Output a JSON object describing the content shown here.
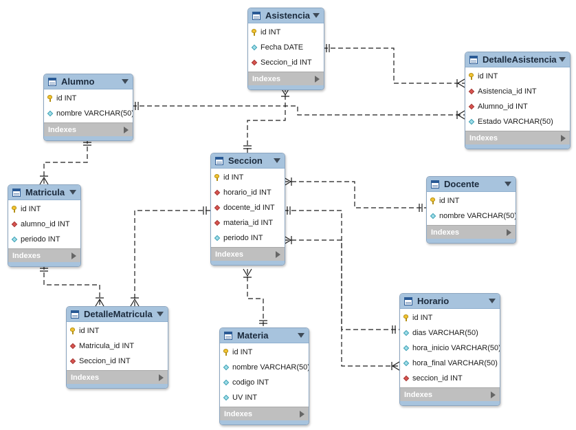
{
  "tables": {
    "asistencia": {
      "title": "Asistencia",
      "indexes_label": "Indexes",
      "columns": [
        {
          "name": "id INT",
          "icon": "primary-key-icon"
        },
        {
          "name": "Fecha DATE",
          "icon": "column-icon"
        },
        {
          "name": "Seccion_id INT",
          "icon": "foreign-key-icon"
        }
      ]
    },
    "detalle_asistencia": {
      "title": "DetalleAsistencia",
      "indexes_label": "Indexes",
      "columns": [
        {
          "name": "id INT",
          "icon": "primary-key-icon"
        },
        {
          "name": "Asistencia_id INT",
          "icon": "foreign-key-icon"
        },
        {
          "name": "Alumno_id INT",
          "icon": "foreign-key-icon"
        },
        {
          "name": "Estado VARCHAR(50)",
          "icon": "column-icon"
        }
      ]
    },
    "alumno": {
      "title": "Alumno",
      "indexes_label": "Indexes",
      "columns": [
        {
          "name": "id INT",
          "icon": "primary-key-icon"
        },
        {
          "name": "nombre VARCHAR(50)",
          "icon": "column-icon"
        }
      ]
    },
    "seccion": {
      "title": "Seccion",
      "indexes_label": "Indexes",
      "columns": [
        {
          "name": "id INT",
          "icon": "primary-key-icon"
        },
        {
          "name": "horario_id INT",
          "icon": "foreign-key-icon"
        },
        {
          "name": "docente_id INT",
          "icon": "foreign-key-icon"
        },
        {
          "name": "materia_id INT",
          "icon": "foreign-key-icon"
        },
        {
          "name": "periodo INT",
          "icon": "column-icon"
        }
      ]
    },
    "docente": {
      "title": "Docente",
      "indexes_label": "Indexes",
      "columns": [
        {
          "name": "id INT",
          "icon": "primary-key-icon"
        },
        {
          "name": "nombre VARCHAR(50)",
          "icon": "column-icon"
        }
      ]
    },
    "matricula": {
      "title": "Matricula",
      "indexes_label": "Indexes",
      "columns": [
        {
          "name": "id INT",
          "icon": "primary-key-icon"
        },
        {
          "name": "alumno_id INT",
          "icon": "foreign-key-icon"
        },
        {
          "name": "periodo INT",
          "icon": "column-icon"
        }
      ]
    },
    "detalle_matricula": {
      "title": "DetalleMatricula",
      "indexes_label": "Indexes",
      "columns": [
        {
          "name": "id INT",
          "icon": "primary-key-icon"
        },
        {
          "name": "Matricula_id INT",
          "icon": "foreign-key-icon"
        },
        {
          "name": "Seccion_id INT",
          "icon": "foreign-key-icon"
        }
      ]
    },
    "materia": {
      "title": "Materia",
      "indexes_label": "Indexes",
      "columns": [
        {
          "name": "id INT",
          "icon": "primary-key-icon"
        },
        {
          "name": "nombre VARCHAR(50)",
          "icon": "column-icon"
        },
        {
          "name": "codigo INT",
          "icon": "column-icon"
        },
        {
          "name": "UV INT",
          "icon": "column-icon"
        }
      ]
    },
    "horario": {
      "title": "Horario",
      "indexes_label": "Indexes",
      "columns": [
        {
          "name": "id INT",
          "icon": "primary-key-icon"
        },
        {
          "name": "dias VARCHAR(50)",
          "icon": "column-icon"
        },
        {
          "name": "hora_inicio VARCHAR(50)",
          "icon": "column-icon"
        },
        {
          "name": "hora_final VARCHAR(50)",
          "icon": "column-icon"
        },
        {
          "name": "seccion_id INT",
          "icon": "foreign-key-icon"
        }
      ]
    }
  },
  "relationships": [
    {
      "from": "alumno",
      "to": "detalle_asistencia",
      "type": "one-to-many"
    },
    {
      "from": "asistencia",
      "to": "detalle_asistencia",
      "type": "one-to-many"
    },
    {
      "from": "seccion",
      "to": "asistencia",
      "type": "one-to-many"
    },
    {
      "from": "alumno",
      "to": "matricula",
      "type": "one-to-many"
    },
    {
      "from": "matricula",
      "to": "detalle_matricula",
      "type": "one-to-many"
    },
    {
      "from": "seccion",
      "to": "detalle_matricula",
      "type": "one-to-many"
    },
    {
      "from": "docente",
      "to": "seccion",
      "type": "one-to-many"
    },
    {
      "from": "materia",
      "to": "seccion",
      "type": "one-to-many"
    },
    {
      "from": "horario",
      "to": "seccion",
      "type": "one-to-many"
    },
    {
      "from": "seccion",
      "to": "horario",
      "type": "one-to-many"
    }
  ],
  "colors": {
    "header": "#a7c3dd",
    "footer": "#bfbfbf",
    "line": "#1a1a1a",
    "primary_key": "#f1c232",
    "foreign_key": "#d9534f",
    "column": "#9fdde8"
  }
}
